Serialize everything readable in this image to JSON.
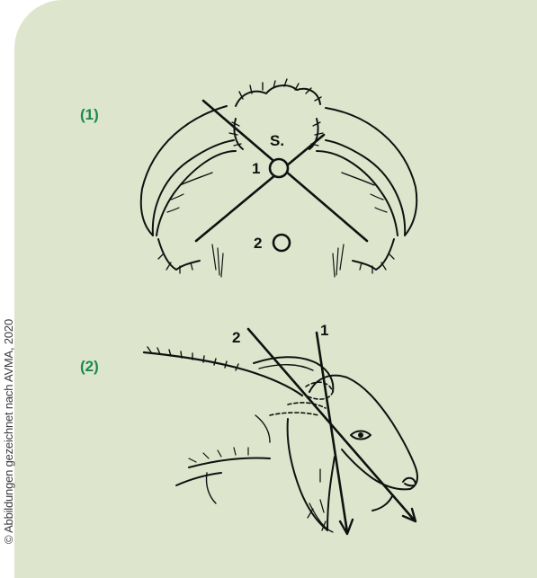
{
  "credit": "© Abbildungen gezeichnet nach AVMA, 2020",
  "figure1": {
    "label": "(1)",
    "marker_s": "S.",
    "marker_1": "1",
    "marker_2": "2"
  },
  "figure2": {
    "label": "(2)",
    "arrow_1": "1",
    "arrow_2": "2"
  },
  "colors": {
    "background": "#dde6cc",
    "label_green": "#1a8a4a",
    "ink": "#111111"
  }
}
